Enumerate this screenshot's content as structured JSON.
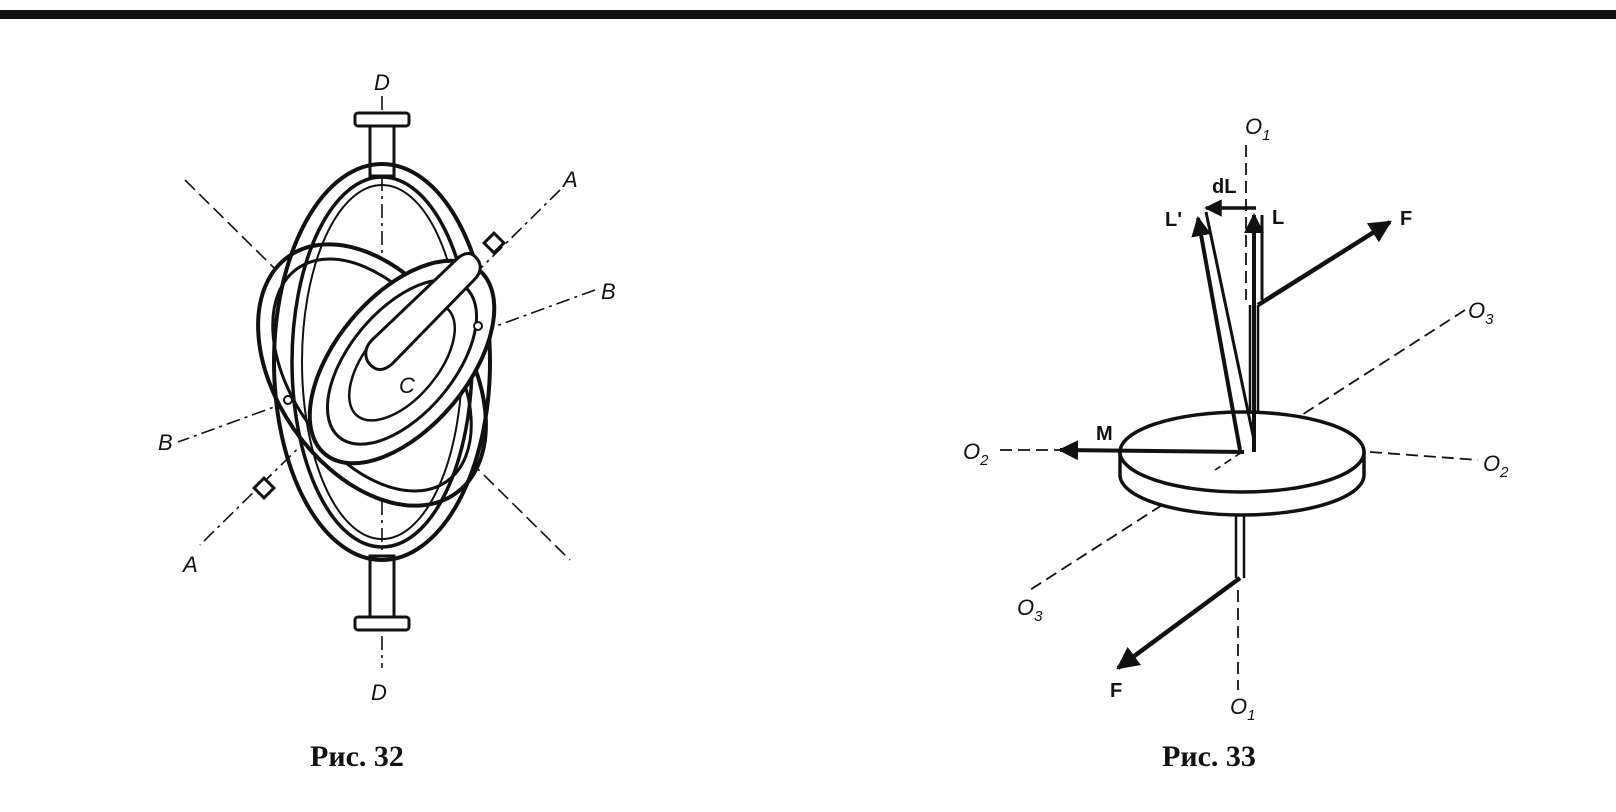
{
  "fig32": {
    "caption": "Рис. 32",
    "labels": {
      "d_top": "D",
      "d_bottom": "D",
      "a_top": "A",
      "a_bottom": "A",
      "b_right": "B",
      "b_left": "B",
      "c": "C"
    }
  },
  "fig33": {
    "caption": "Рис. 33",
    "labels": {
      "o1_top": "O",
      "o1_top_sub": "1",
      "o1_bottom": "O",
      "o1_bottom_sub": "1",
      "o2_left": "O",
      "o2_left_sub": "2",
      "o2_right": "O",
      "o2_right_sub": "2",
      "o3_top": "O",
      "o3_top_sub": "3",
      "o3_bottom": "O",
      "o3_bottom_sub": "3",
      "l": "L",
      "l_prime": "L'",
      "dl": "dL",
      "m": "M",
      "f_top": "F",
      "f_bottom": "F"
    }
  }
}
